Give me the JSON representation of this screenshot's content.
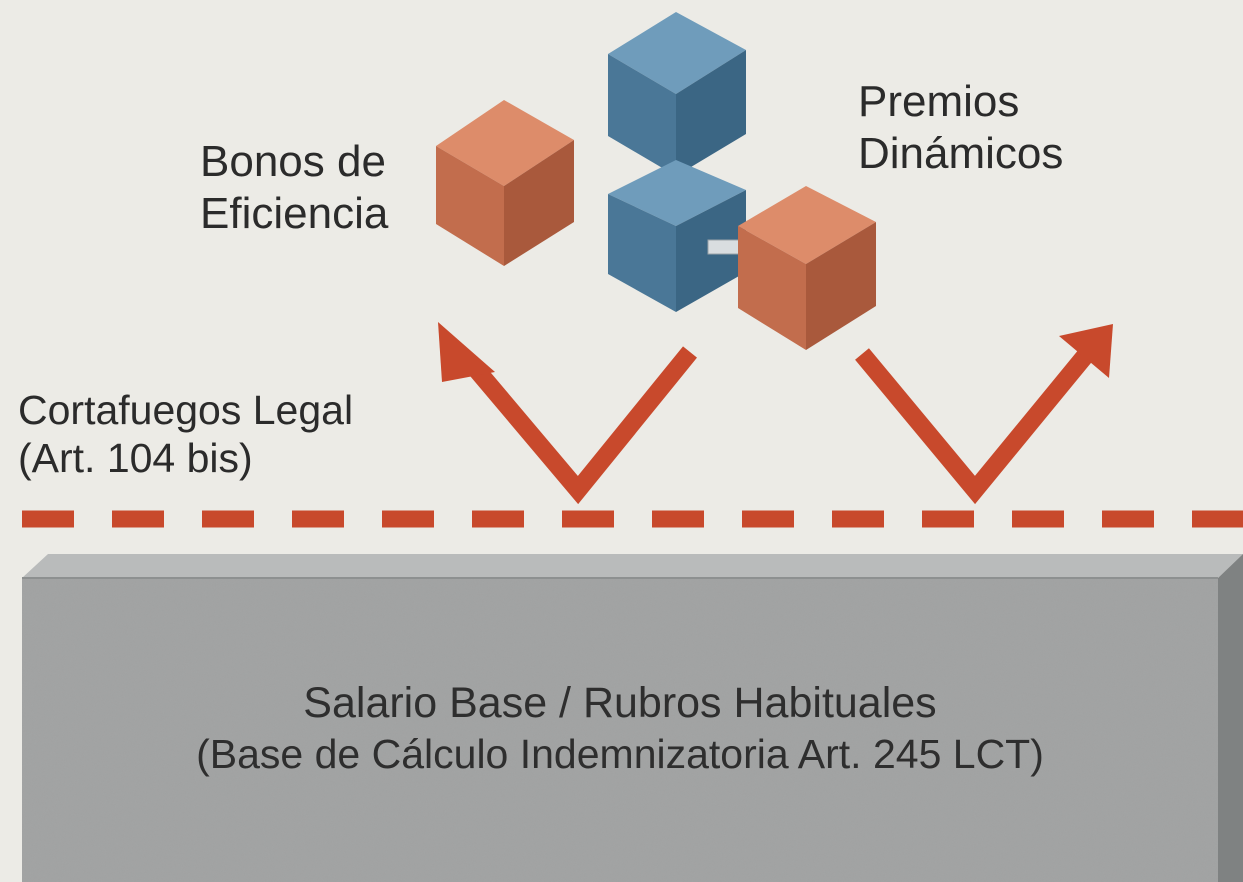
{
  "labels": {
    "bonos": [
      "Bonos de",
      "Eficiencia"
    ],
    "premios": [
      "Premios",
      "Dinámicos"
    ],
    "cortafuegos": [
      "Cortafuegos Legal",
      "(Art. 104 bis)"
    ]
  },
  "slab": {
    "title": "Salario Base / Rubros Habituales",
    "subtitle": "(Base de Cálculo Indemnizatoria Art. 245 LCT)"
  },
  "colors": {
    "background": "#ecebe6",
    "accent": "#c8492c",
    "orange_cube": "#c9714f",
    "blue_cube": "#4a7797",
    "concrete": "#a2a4a4",
    "text": "#2b2b2b"
  }
}
